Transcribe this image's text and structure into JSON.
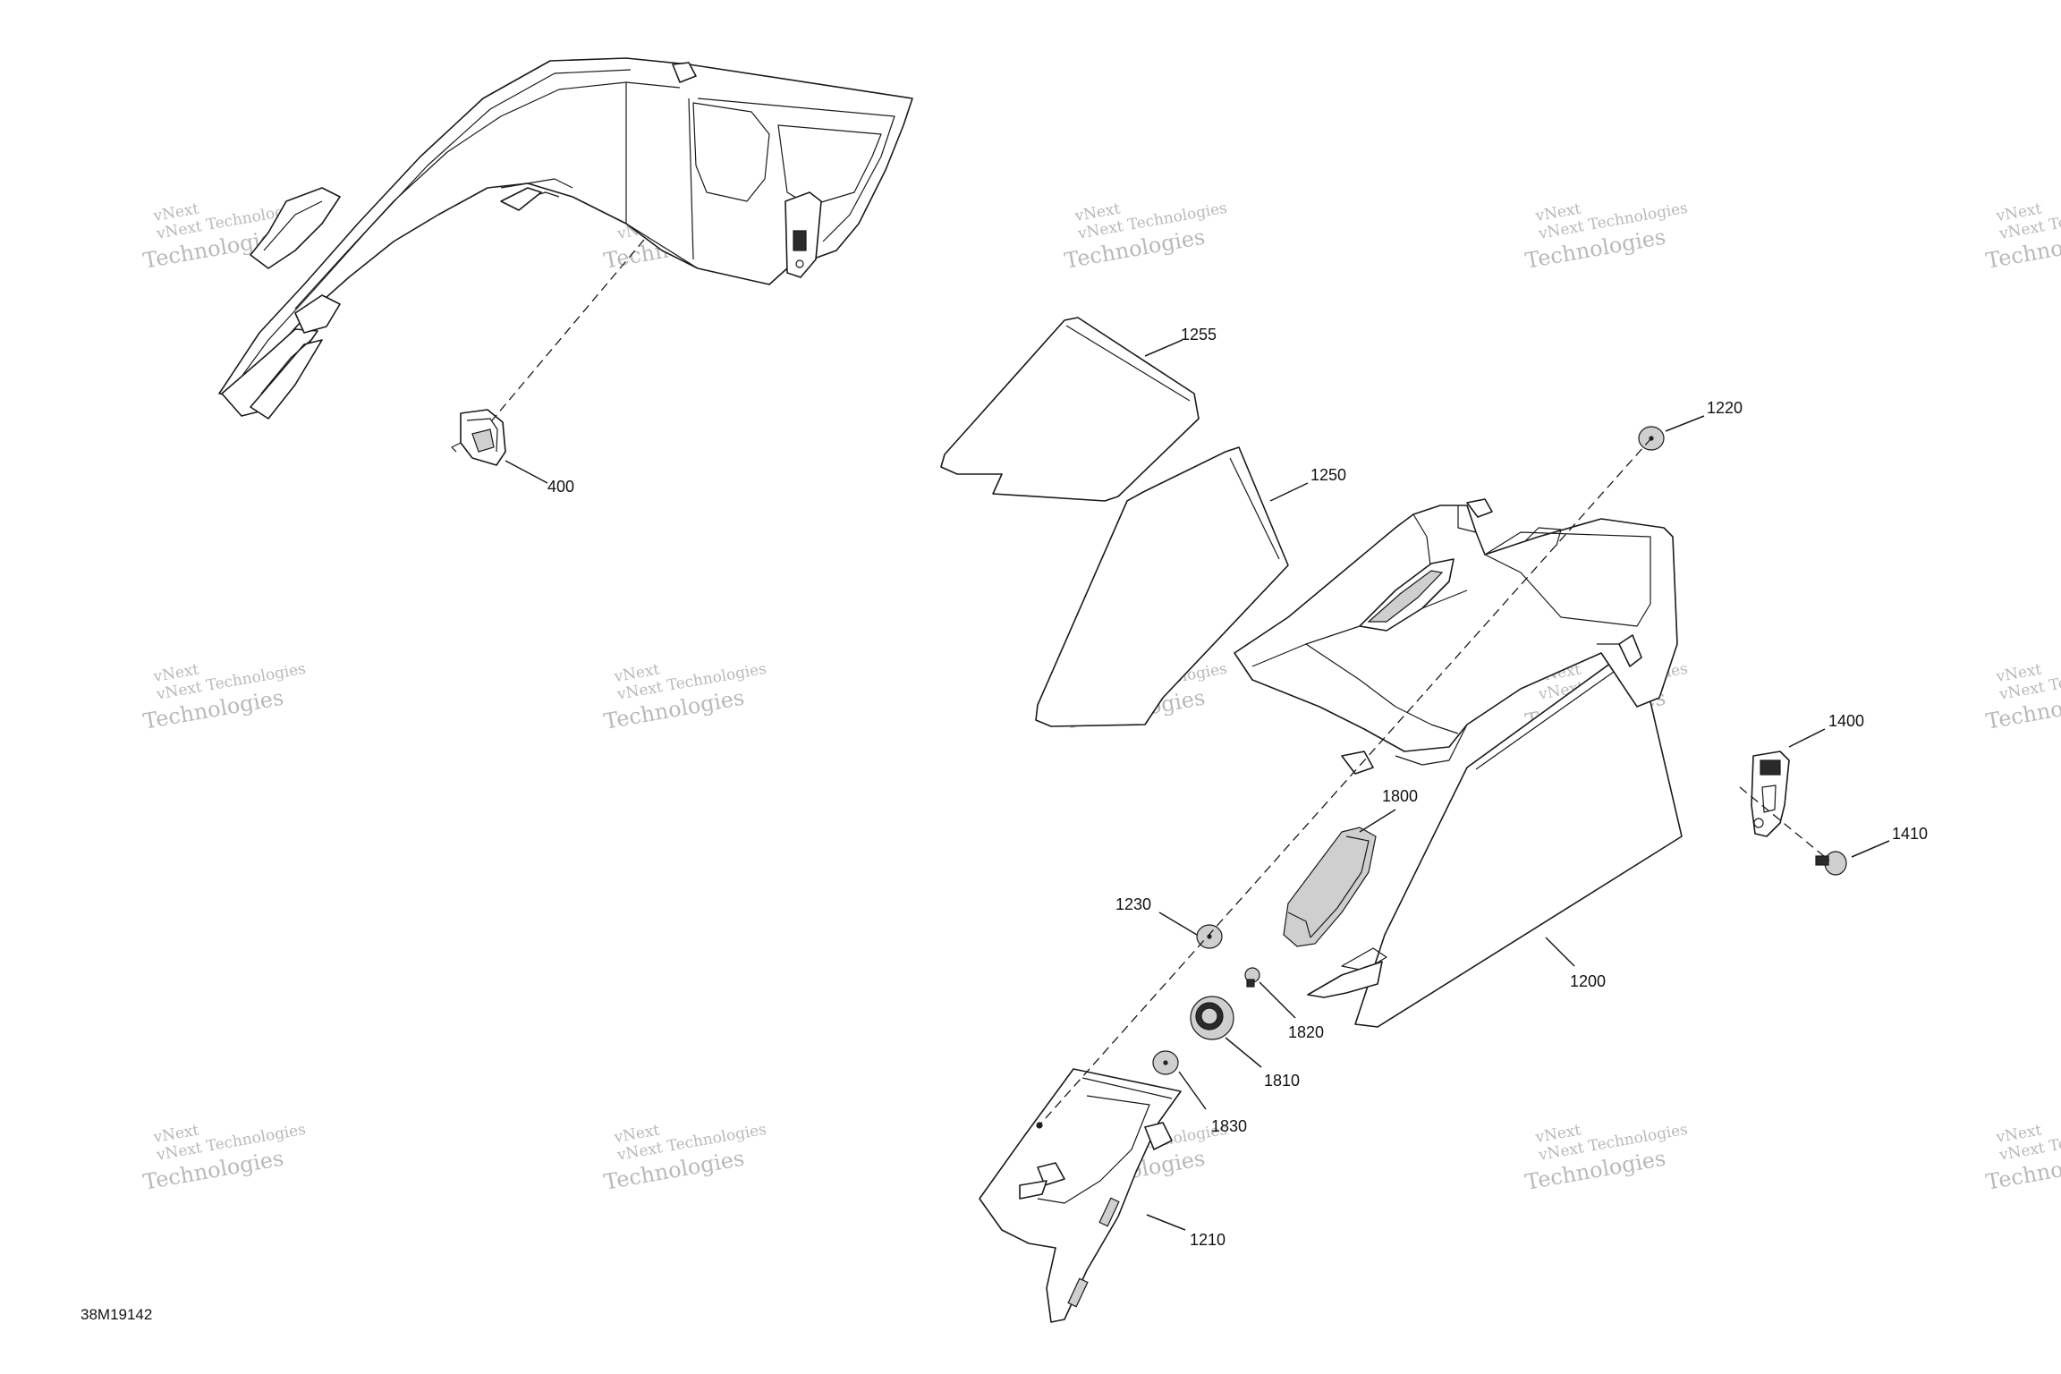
{
  "figure_id": "38M19142",
  "watermark": {
    "line1": "vNext Technologies",
    "line2": "Technologies",
    "line3": "vNext"
  },
  "callouts": {
    "c400": "400",
    "c1200": "1200",
    "c1210": "1210",
    "c1220": "1220",
    "c1230": "1230",
    "c1250": "1250",
    "c1255": "1255",
    "c1400": "1400",
    "c1410": "1410",
    "c1800": "1800",
    "c1810": "1810",
    "c1820": "1820",
    "c1830": "1830"
  }
}
